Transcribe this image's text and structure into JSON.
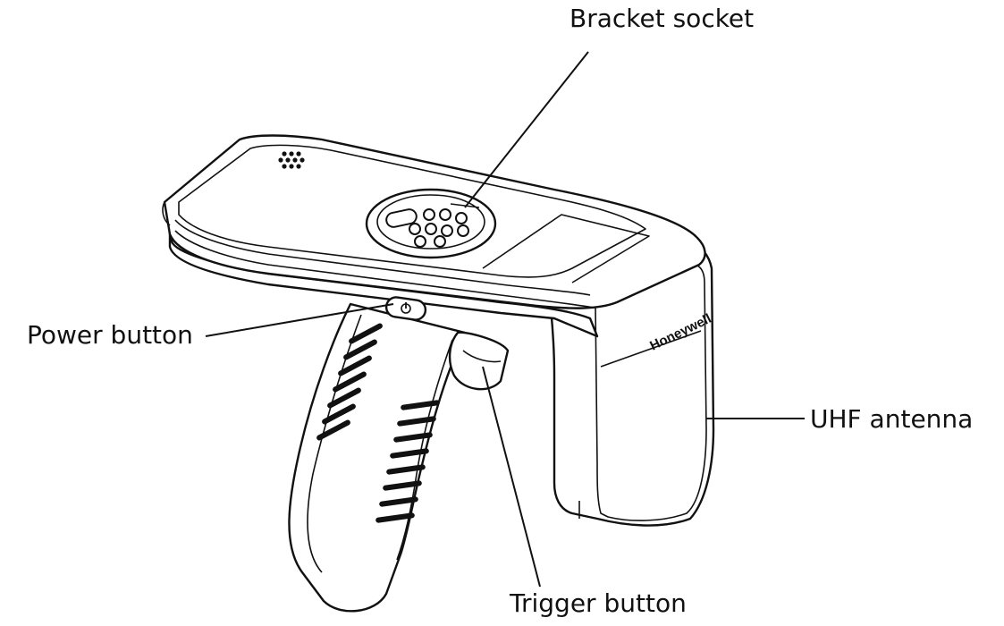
{
  "diagram": {
    "labels": {
      "bracket_socket": "Bracket socket",
      "power_button": "Power button",
      "uhf_antenna": "UHF antenna",
      "trigger_button": "Trigger button"
    },
    "logo_text": "Honeywell"
  }
}
